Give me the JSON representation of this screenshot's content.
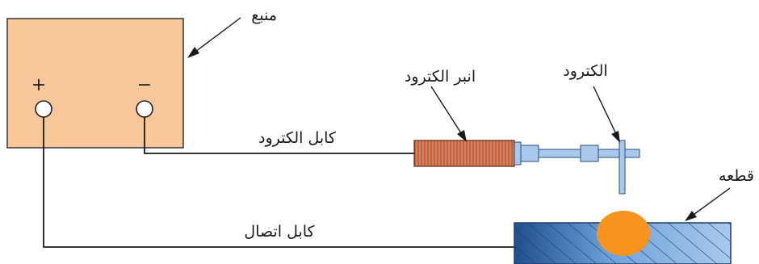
{
  "labels": {
    "source": "منبع",
    "electrode_holder": "انبر الکترود",
    "electrode": "الکترود",
    "electrode_cable": "کابل الکترود",
    "workpiece": "قطعه",
    "ground_cable": "کابل اتصال"
  },
  "terminals": {
    "positive": "+",
    "negative": "−"
  },
  "colors": {
    "source_fill": "#f7c79a",
    "holder_fill": "#d9805a",
    "rod_fill": "#a9c9ea",
    "workpiece_fill": "#4f86c6",
    "weld_pool": "#f7941d",
    "wire": "#1a1a1a"
  }
}
